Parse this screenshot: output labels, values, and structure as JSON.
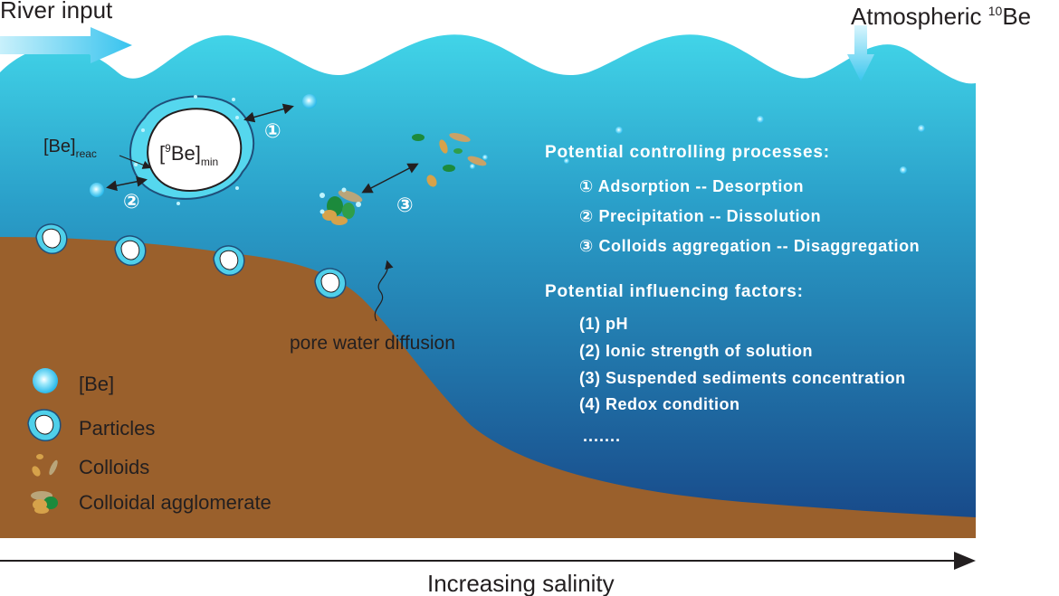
{
  "top": {
    "river_input": "River input",
    "atmospheric_prefix": "Atmospheric ",
    "atmospheric_sup": "10",
    "atmospheric_suffix": "Be"
  },
  "particle": {
    "be_reac_main": "[Be]",
    "be_reac_sub": "reac",
    "be_min_open": "[",
    "be_min_sup": "9",
    "be_min_main": "Be]",
    "be_min_sub": "min"
  },
  "markers": {
    "one": "①",
    "two": "②",
    "three": "③"
  },
  "pore_water": "pore water diffusion",
  "processes": {
    "heading": "Potential controlling processes:",
    "items": [
      "① Adsorption -- Desorption",
      "② Precipitation -- Dissolution",
      "③ Colloids aggregation -- Disaggregation"
    ]
  },
  "factors": {
    "heading": "Potential influencing factors:",
    "items": [
      "(1) pH",
      "(2) Ionic strength of solution",
      "(3) Suspended sediments concentration",
      "(4) Redox condition",
      "......."
    ]
  },
  "legend": {
    "items": [
      "[Be]",
      "Particles",
      "Colloids",
      "Colloidal agglomerate"
    ]
  },
  "axis_label": "Increasing salinity",
  "colors": {
    "water_top": "#3fd2e6",
    "water_bottom": "#1a4f8d",
    "sediment": "#9a602c",
    "be_glow": "#39c5ef",
    "colloid_tan": "#d6a24a",
    "colloid_green": "#1c8a3c"
  }
}
